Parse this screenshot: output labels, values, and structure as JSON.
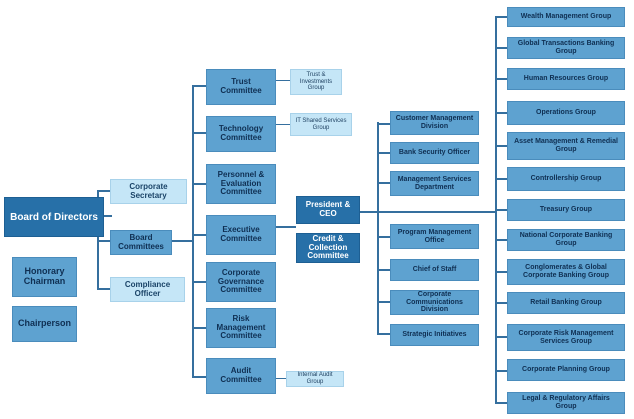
{
  "board": "Board of Directors",
  "honorary_chairman": "Honorary Chairman",
  "chairperson": "Chairperson",
  "corporate_secretary": "Corporate Secretary",
  "board_committees": "Board Committees",
  "compliance_officer": "Compliance Officer",
  "committees": [
    "Trust Committee",
    "Technology Committee",
    "Personnel & Evaluation Committee",
    "Executive Committee",
    "Corporate Governance Committee",
    "Risk Management Committee",
    "Audit Committee"
  ],
  "trust_group": "Trust & Investments Group",
  "it_group": "IT Shared Services Group",
  "internal_audit": "Internal Audit Group",
  "president": "President & CEO",
  "credit_committee": "Credit & Collection Committee",
  "ceo_units": [
    "Customer Management Division",
    "Bank Security Officer",
    "Management Services Department",
    "Program Management Office",
    "Chief of Staff",
    "Corporate Communications Division",
    "Strategic Initiatives"
  ],
  "groups": [
    "Wealth Management Group",
    "Global Transactions Banking Group",
    "Human Resources Group",
    "Operations Group",
    "Asset Management & Remedial Group",
    "Controllership Group",
    "Treasury Group",
    "National Corporate Banking Group",
    "Conglomerates & Global Corporate Banking Group",
    "Retail Banking Group",
    "Corporate Risk Management Services Group",
    "Corporate Planning Group",
    "Legal & Regulatory Affairs Group"
  ]
}
